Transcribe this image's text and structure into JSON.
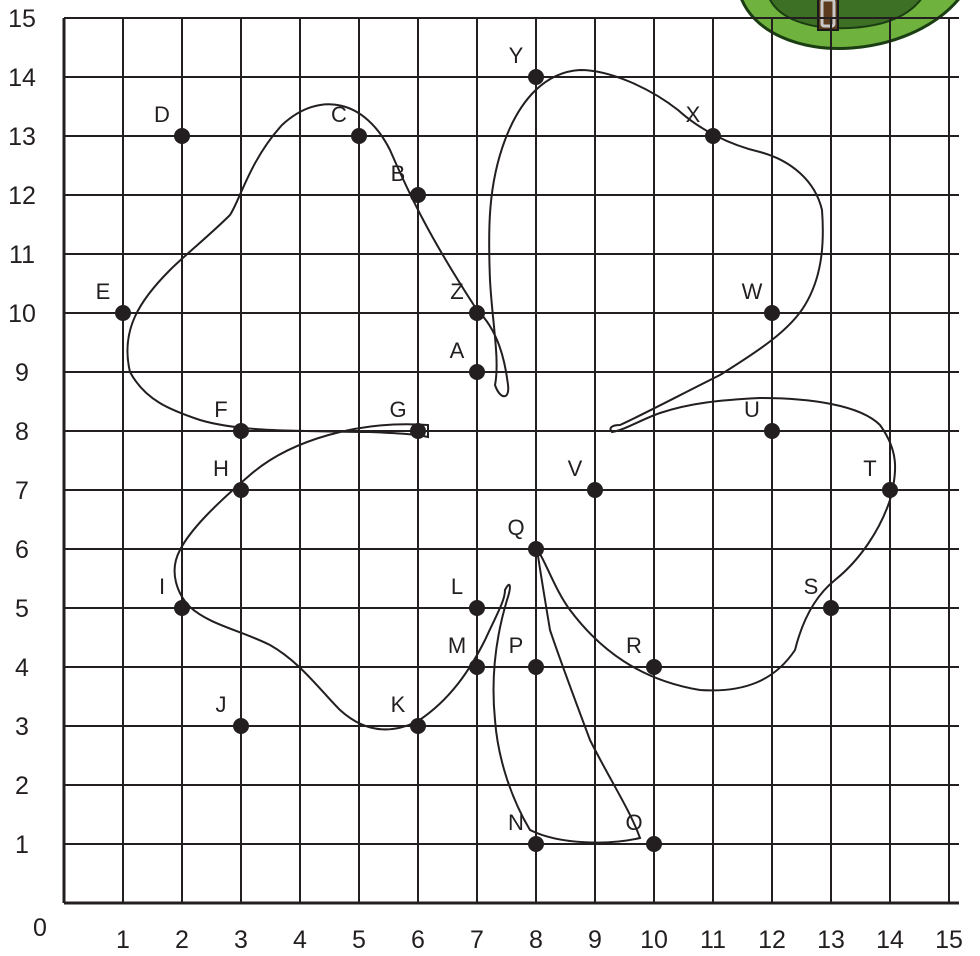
{
  "chart_data": {
    "type": "scatter",
    "title": "",
    "xlabel": "",
    "ylabel": "",
    "xlim": [
      0,
      15
    ],
    "ylim": [
      0,
      15
    ],
    "grid": true,
    "origin_label": "0",
    "x_ticks": [
      "1",
      "2",
      "3",
      "4",
      "5",
      "6",
      "7",
      "8",
      "9",
      "10",
      "11",
      "12",
      "13",
      "14",
      "15"
    ],
    "y_ticks": [
      "1",
      "2",
      "3",
      "4",
      "5",
      "6",
      "7",
      "8",
      "9",
      "10",
      "11",
      "12",
      "13",
      "14",
      "15"
    ],
    "points": [
      {
        "label": "A",
        "x": 7,
        "y": 9
      },
      {
        "label": "B",
        "x": 6,
        "y": 12
      },
      {
        "label": "C",
        "x": 5,
        "y": 13
      },
      {
        "label": "D",
        "x": 2,
        "y": 13
      },
      {
        "label": "E",
        "x": 1,
        "y": 10
      },
      {
        "label": "F",
        "x": 3,
        "y": 8
      },
      {
        "label": "G",
        "x": 6,
        "y": 8
      },
      {
        "label": "H",
        "x": 3,
        "y": 7
      },
      {
        "label": "I",
        "x": 2,
        "y": 5
      },
      {
        "label": "J",
        "x": 3,
        "y": 3
      },
      {
        "label": "K",
        "x": 6,
        "y": 3
      },
      {
        "label": "L",
        "x": 7,
        "y": 5
      },
      {
        "label": "M",
        "x": 7,
        "y": 4
      },
      {
        "label": "N",
        "x": 8,
        "y": 1
      },
      {
        "label": "O",
        "x": 10,
        "y": 1
      },
      {
        "label": "P",
        "x": 8,
        "y": 4
      },
      {
        "label": "Q",
        "x": 8,
        "y": 6
      },
      {
        "label": "R",
        "x": 10,
        "y": 4
      },
      {
        "label": "S",
        "x": 13,
        "y": 5
      },
      {
        "label": "T",
        "x": 14,
        "y": 7
      },
      {
        "label": "U",
        "x": 12,
        "y": 8
      },
      {
        "label": "V",
        "x": 9,
        "y": 7
      },
      {
        "label": "W",
        "x": 12,
        "y": 10
      },
      {
        "label": "X",
        "x": 11,
        "y": 13
      },
      {
        "label": "Y",
        "x": 8,
        "y": 14
      },
      {
        "label": "Z",
        "x": 7,
        "y": 10
      }
    ],
    "label_offsets": {
      "A": "upper-left",
      "B": "upper-left",
      "C": "upper-left",
      "D": "upper-left",
      "E": "upper-left",
      "F": "upper-left",
      "G": "upper-left",
      "H": "upper-left",
      "I": "upper-left",
      "J": "upper-left",
      "K": "upper-left",
      "L": "upper-left",
      "M": "upper-left",
      "N": "upper-left",
      "O": "upper-left",
      "P": "upper-left",
      "Q": "upper-left",
      "R": "upper-left",
      "S": "upper-left",
      "T": "upper-left",
      "U": "upper-left",
      "V": "upper-left",
      "W": "upper-left",
      "X": "upper-left",
      "Y": "upper-left",
      "Z": "upper-left"
    },
    "shape": "four-leaf clover outline",
    "shape_color": "#231f20",
    "grid_color": "#231f20",
    "point_color": "#231f20",
    "decoration": "leprechaun-hat-icon"
  }
}
